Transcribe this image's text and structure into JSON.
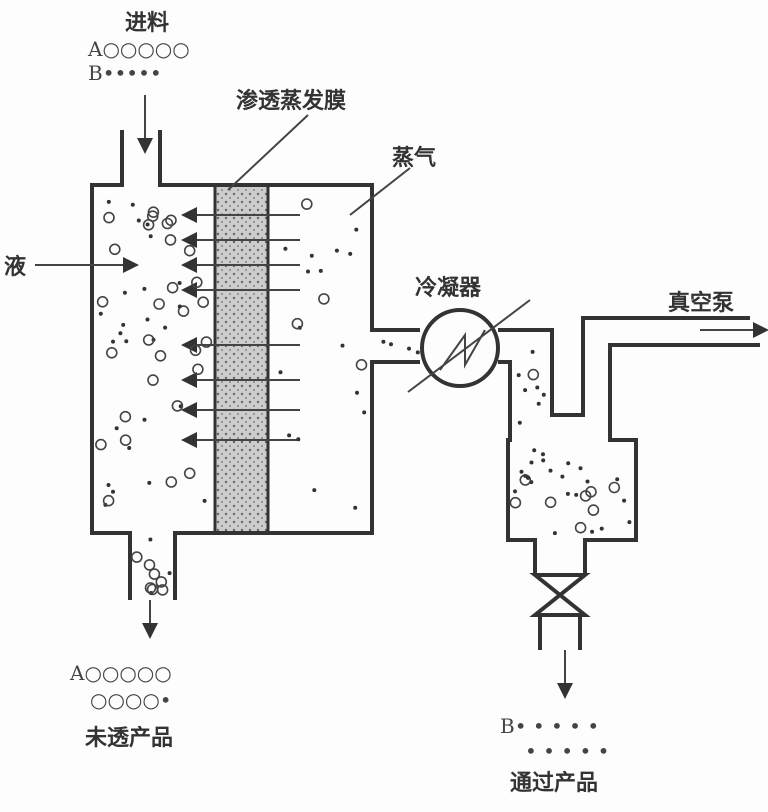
{
  "labels": {
    "feed": "进料",
    "membrane": "渗透蒸发膜",
    "vapor": "蒸气",
    "liquid": "液",
    "condenser": "冷凝器",
    "vacuum_pump": "真空泵",
    "retentate": "未透产品",
    "permeate": "通过产品"
  },
  "legend": {
    "feed_a": "A○○○○○",
    "feed_b": "B•••••",
    "retentate_line1": "A○○○○○",
    "retentate_line2": "○○○○•",
    "permeate_line1": "B• • • • •",
    "permeate_line2": "• • • • •"
  }
}
